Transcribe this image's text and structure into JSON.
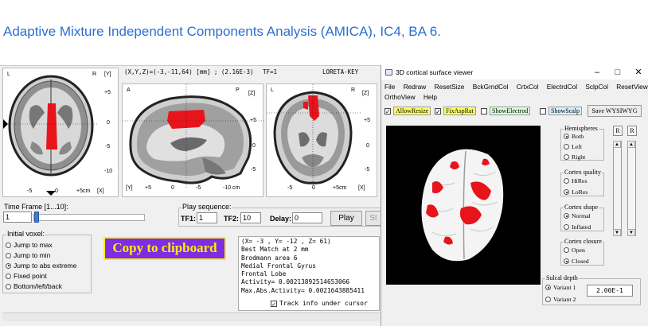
{
  "page_title": "Adaptive Mixture Independent Components Analysis (AMICA), IC4, BA 6.",
  "loreta": {
    "axial": {
      "corner_l": "L",
      "corner_r": "R",
      "axis_y": "[Y]",
      "yticks": [
        "+5",
        "0",
        "-5",
        "-10"
      ],
      "xticks": [
        "-5",
        "0",
        "+5cm"
      ],
      "axis_x": "[X]"
    },
    "sagittal": {
      "header": "(X,Y,Z)=(-3,-11,64) [mm] ; (2.16E-3)",
      "corner_a": "A",
      "corner_p": "P",
      "axis_z": "[Z]",
      "yticks": [
        "+5",
        "0",
        "-5"
      ],
      "xticks": [
        "[Y]",
        "+5",
        "0",
        "-5",
        "-10 cm"
      ]
    },
    "coronal": {
      "header_tf": "TF=1",
      "header_brand": "LORETA-KEY",
      "corner_l": "L",
      "corner_r": "R",
      "axis_z": "[Z]",
      "yticks": [
        "+5",
        "0",
        "-5"
      ],
      "xticks": [
        "-5",
        "0",
        "+5cm"
      ],
      "axis_x": "[X]"
    },
    "time_frame": {
      "label": "Time Frame [1...10]:",
      "value": "1"
    },
    "play_sequence": {
      "label": "Play sequence:",
      "tf1_label": "TF1:",
      "tf1_value": "1",
      "tf2_label": "TF2:",
      "tf2_value": "10",
      "delay_label": "Delay:",
      "delay_value": "0",
      "play_label": "Play",
      "stop_label": "St"
    },
    "initial_voxel": {
      "label": "Initial voxel:",
      "options": [
        "Jump to max",
        "Jump to min",
        "Jump to abs extreme",
        "Fixed point",
        "Bottom/left/back"
      ],
      "selected": 2
    },
    "copy_label": "Copy to clipboard",
    "info_lines": [
      "(X= -3 , Y= -12 , Z= 61)",
      "Best Match at 2 mm",
      "Brodmann area 6",
      "Medial Frontal Gyrus",
      "Frontal Lobe",
      "Activity= 0.00213892514653066",
      "Max.Abs.Activity= 0.0021643885411"
    ],
    "track_label": "Track info under cursor"
  },
  "viewer": {
    "title": "3D cortical surface viewer",
    "controls": [
      "–",
      "□",
      "✕"
    ],
    "menu_row1": [
      "File",
      "Redraw",
      "ResetSize",
      "BckGrndCol",
      "CrtxCol",
      "ElectrdCol",
      "SclpCol",
      "ResetView"
    ],
    "menu_row2": [
      "OrthoView",
      "Help"
    ],
    "toolbar": {
      "allow_resize": "AllowResize",
      "fix_asp_rat": "FixAspRat",
      "show_electrod": "ShowElectrod",
      "show_scalp": "ShowScalp",
      "save": "Save WYSIWYG"
    },
    "hemispheres": {
      "label": "Hemispheres",
      "options": [
        "Both",
        "Left",
        "Right"
      ],
      "selected": 0
    },
    "cortex_quality": {
      "label": "Cortex quality",
      "options": [
        "HiRes",
        "LoRes"
      ],
      "selected": 1
    },
    "cortex_shape": {
      "label": "Cortex shape",
      "options": [
        "Normal",
        "Inflated"
      ],
      "selected": 0
    },
    "cortex_closure": {
      "label": "Cortex closure",
      "options": [
        "Open",
        "Closed"
      ],
      "selected": 1
    },
    "r_label": "R",
    "sulcal_depth": {
      "label": "Sulcal depth",
      "options": [
        "Variant 1",
        "Variant 2"
      ],
      "selected": 0,
      "value": "2.00E-1"
    },
    "colors": {
      "activation": "#e8141c",
      "background": "#000000",
      "title_blue": "#2d6fd0"
    }
  }
}
